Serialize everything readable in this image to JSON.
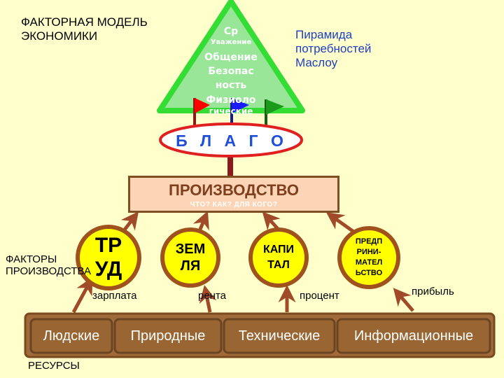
{
  "title": "ФАКТОРНАЯ МОДЕЛЬ\nЭКОНОМИКИ",
  "maslow_label": "Пирамида\nпотребностей\nМаслоу",
  "pyramid": {
    "lines": [
      "Ср",
      "Уважение",
      "Общение",
      "Безопас",
      "ность",
      "Физиоло",
      "гические"
    ]
  },
  "blago": "Б Л А Г О",
  "production": {
    "title": "ПРОИЗВОДСТВО",
    "subtitle": "ЧТО?  КАК?  ДЛЯ КОГО?"
  },
  "factors_label": "ФАКТОРЫ\nПРОИЗВОДСТВА",
  "factors": [
    {
      "label": "ТР\nУД"
    },
    {
      "label": "ЗЕМ\nЛЯ"
    },
    {
      "label": "КАПИ\nТАЛ"
    },
    {
      "label": "ПРЕДП\nРИНИ-\nМАТЕЛ\nЬСТВО"
    }
  ],
  "incomes": [
    "зарплата",
    "рента",
    "процент",
    "прибыль"
  ],
  "resources": [
    "Людские",
    "Природные",
    "Технические",
    "Информационные"
  ],
  "resources_label": "РЕСУРСЫ",
  "colors": {
    "background": "#ffffcc",
    "pyramid_fill": "#99e699",
    "pyramid_border": "#33dd33",
    "factor_fill": "#ffff00",
    "factor_border": "#a0521d",
    "arrow": "#a04a2a",
    "resource_fill": "#996633",
    "resource_border": "#6b4423",
    "blago_border": "#e02020",
    "blago_text": "#1f4fd8",
    "flag_red": "#ff0000",
    "flag_blue": "#1a1aff",
    "flag_green": "#1a9a1a"
  }
}
